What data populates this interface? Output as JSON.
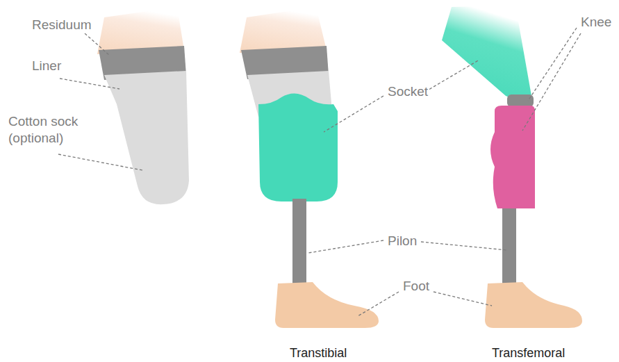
{
  "diagram": {
    "labels": [
      "Residuum",
      "Liner",
      "Cotton sock (optional)",
      "Socket",
      "Knee",
      "Pilon",
      "Foot",
      "Transtibial",
      "Transfemoral"
    ]
  }
}
